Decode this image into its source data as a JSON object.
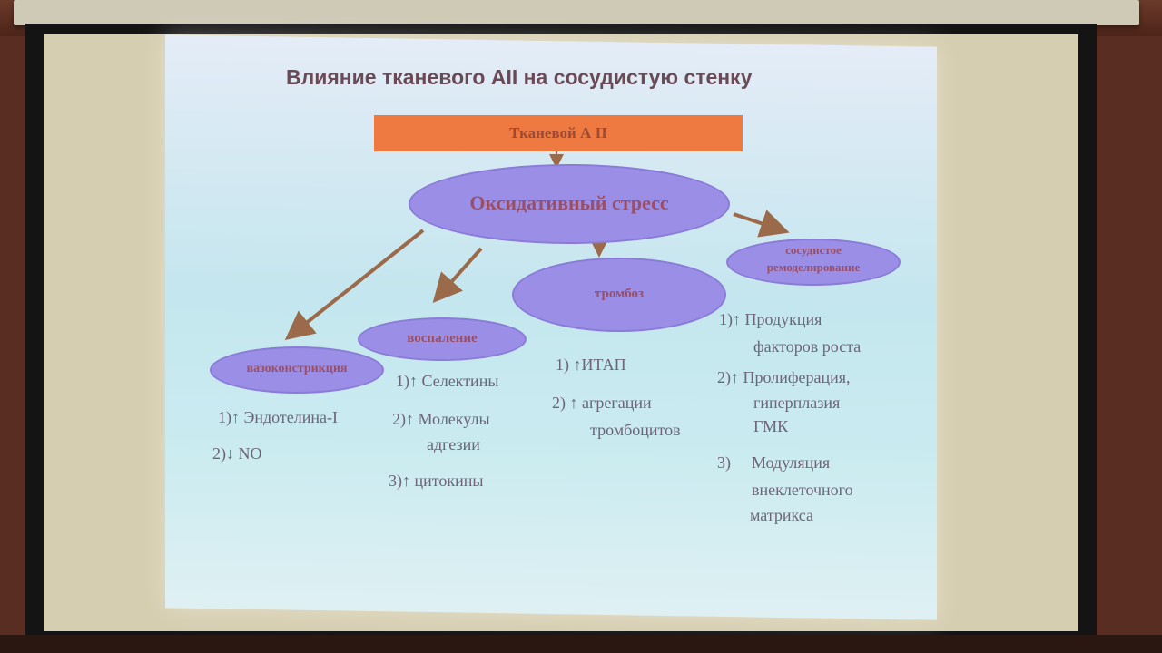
{
  "slide": {
    "title": "Влияние тканевого  AII на сосудистую стенку",
    "banner": "Тканевой А II",
    "oxidative": "Оксидативный стресс",
    "vasoconstriction": "вазоконстрикция",
    "inflammation": "воспаление",
    "thrombosis": "тромбоз",
    "remodeling_1": "сосудистое",
    "remodeling_2": "ремоделирование",
    "vaso_items": [
      "1)↑ Эндотелина-I",
      "2)↓ NO"
    ],
    "inflam_items": [
      "1)↑  Селектины",
      "2)↑  Молекулы",
      "адгезии",
      "3)↑ цитокины"
    ],
    "thromb_items": [
      "1)  ↑ИТАП",
      "2)  ↑ агрегации",
      "тромбоцитов"
    ],
    "remod_items": [
      "1)↑ Продукция",
      "факторов роста",
      "2)↑ Пролиферация,",
      "гиперплазия",
      "ГМК",
      "3)",
      "Модуляция",
      "внеклеточного",
      "матрикса"
    ]
  }
}
